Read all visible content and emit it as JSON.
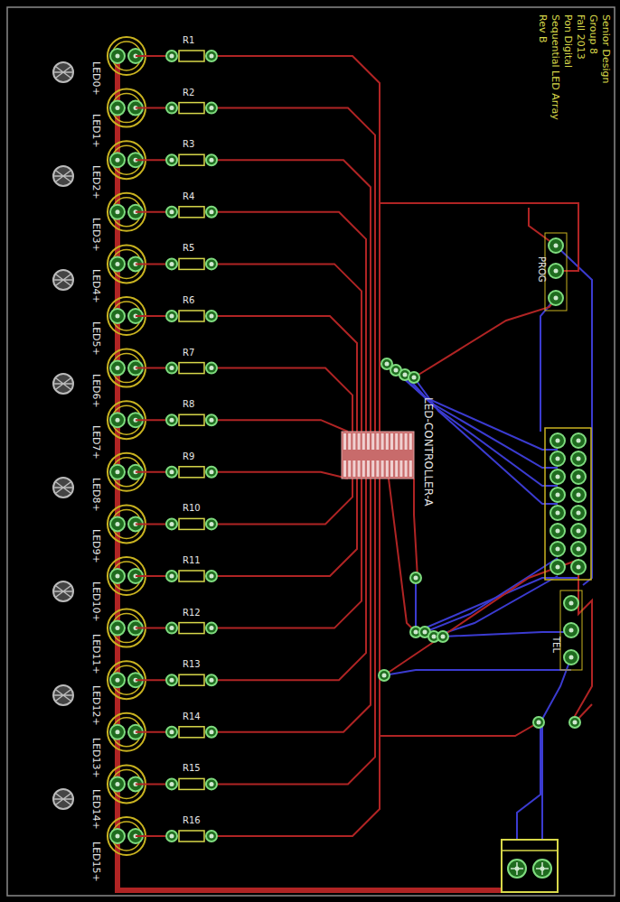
{
  "diagram": {
    "labels": [
      "LED0+",
      "LED1+",
      "LED2+",
      "LED3+",
      "LED4+",
      "LED5+",
      "LED6+",
      "LED7+",
      "LED8+",
      "LED9+",
      "LED10+",
      "LED11+",
      "LED12+",
      "LED13+",
      "LED14+",
      "LED15+",
      "R1",
      "R2",
      "R3",
      "R4",
      "R5",
      "R6",
      "R7",
      "R8",
      "R9",
      "R10",
      "R11",
      "R12",
      "R13",
      "R14",
      "R15",
      "R16",
      "LED-CONTROLLER-A",
      "PROG",
      "TEL",
      "Senior Design",
      "Group 8",
      "Fall 2013",
      "Pon Digital",
      "Sequential LED Array",
      "Rev B"
    ]
  }
}
